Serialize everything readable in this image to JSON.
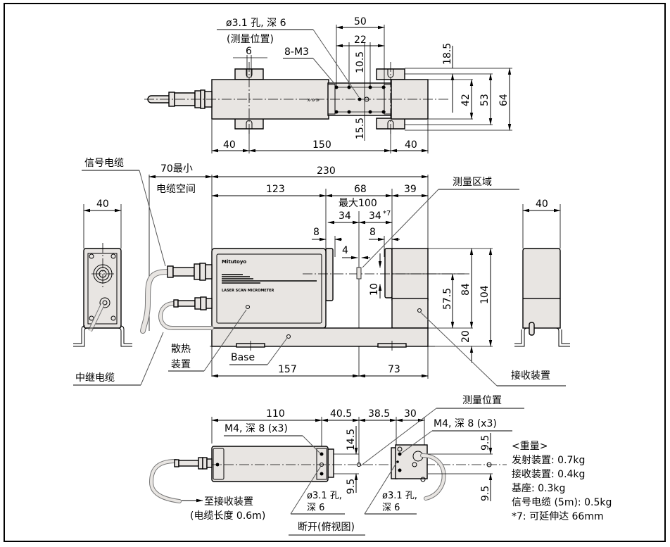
{
  "top_view": {
    "hole_note": "ø3.1 孔, 深 6",
    "hole_note_sub": "(测量位置)",
    "slot_width": "6",
    "thread_note": "8-M3",
    "dim_50": "50",
    "dim_22": "22",
    "dim_10_5": "10.5",
    "dim_15_5": "15.5",
    "dim_18_5": "18.5",
    "dim_42": "42",
    "dim_53": "53",
    "dim_64": "64",
    "dim_left_40": "40",
    "dim_150": "150",
    "dim_right_40": "40"
  },
  "front_view": {
    "signal_cable_label": "信号电缆",
    "min_space": "70最小",
    "cable_space": "电缆空间",
    "dim_230": "230",
    "dim_123": "123",
    "dim_68": "68",
    "dim_39": "39",
    "max_range": "最大100",
    "dim_34_left": "34",
    "dim_34_right": "34",
    "note_mark": "*7",
    "dim_8_left": "8",
    "dim_8_right": "8",
    "dim_4": "4",
    "dim_10": "10",
    "measure_area_label": "测量区域",
    "dim_57_5": "57.5",
    "dim_84": "84",
    "dim_104": "104",
    "dim_20": "20",
    "dim_157": "157",
    "dim_73": "73",
    "heat_sink_label_1": "散热",
    "heat_sink_label_2": "装置",
    "base_label": "Base",
    "relay_cable_label": "中继电缆",
    "receiver_label": "接收装置",
    "brand": "Mitutoyo",
    "product_name": "LASER SCAN MICROMETER"
  },
  "side_views": {
    "left_width": "40",
    "right_width": "40"
  },
  "bottom_view": {
    "dim_110": "110",
    "dim_40_5": "40.5",
    "dim_38_5": "38.5",
    "dim_30": "30",
    "screw_note_left": "M4, 深 8 (x3)",
    "screw_note_right": "M4, 深 8 (x3)",
    "measure_position_label": "测量位置",
    "dim_14_5": "14.5",
    "dim_9_5_a": "9.5",
    "dim_9_5_b": "9.5",
    "dim_9_5_c": "9.5",
    "to_receiver": "至接收装置",
    "cable_length": "(电缆长度 0.6m)",
    "hole_left_1": "ø3.1 孔,",
    "hole_left_2": "深 6",
    "hole_right_1": "ø3.1 孔,",
    "hole_right_2": "深 6",
    "section_label": "断开(俯视图)"
  },
  "weights": {
    "title": "<重量>",
    "items": [
      "发射装置: 0.7kg",
      "接收装置: 0.4kg",
      "基座: 0.3kg",
      "信号电缆 (5m): 0.5kg",
      "*7: 可延伸达 66mm"
    ]
  }
}
